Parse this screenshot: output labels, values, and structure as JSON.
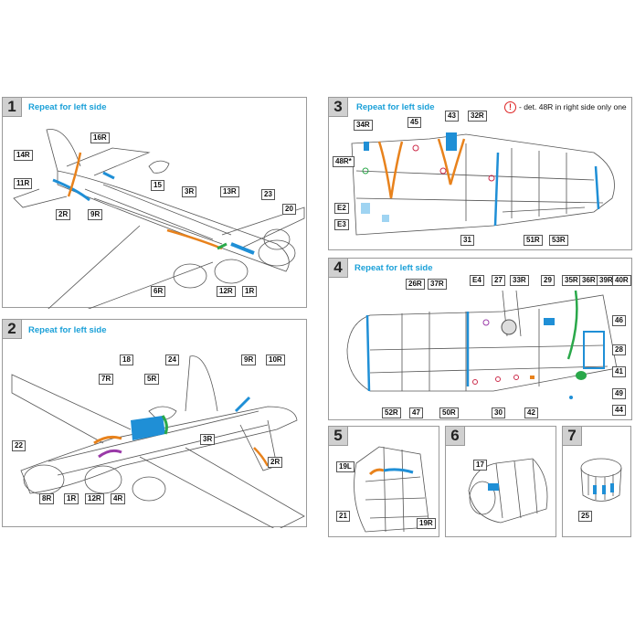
{
  "colors": {
    "accent": "#1aa0d8",
    "orange": "#e8821c",
    "blue": "#1f8fd6",
    "green": "#2aa84a",
    "purple": "#9a3aa8",
    "red": "#cc2b4a"
  },
  "panels": [
    {
      "num": "1",
      "hint": "Repeat for left side",
      "labels": [
        "16R",
        "14R",
        "11R",
        "2R",
        "9R",
        "15",
        "3R",
        "13R",
        "23",
        "20",
        "6R",
        "12R",
        "1R"
      ]
    },
    {
      "num": "2",
      "hint": "Repeat for left side",
      "labels": [
        "18",
        "24",
        "9R",
        "10R",
        "7R",
        "5R",
        "22",
        "3R",
        "2R",
        "8R",
        "1R",
        "12R",
        "4R"
      ]
    },
    {
      "num": "3",
      "hint": "Repeat for left side",
      "note": "- det. 48R in right side only one",
      "labels": [
        "34R",
        "45",
        "43",
        "32R",
        "48R*",
        "E2",
        "E3",
        "31",
        "51R",
        "53R"
      ]
    },
    {
      "num": "4",
      "hint": "Repeat for left side",
      "labels": [
        "26R",
        "37R",
        "E4",
        "27",
        "33R",
        "29",
        "35R",
        "36R",
        "39R",
        "40R",
        "46",
        "28",
        "41",
        "49",
        "44",
        "52R",
        "47",
        "50R",
        "30",
        "42"
      ]
    },
    {
      "num": "5",
      "labels": [
        "19L",
        "21",
        "19R"
      ]
    },
    {
      "num": "6",
      "labels": [
        "17"
      ]
    },
    {
      "num": "7",
      "labels": [
        "25"
      ]
    }
  ]
}
